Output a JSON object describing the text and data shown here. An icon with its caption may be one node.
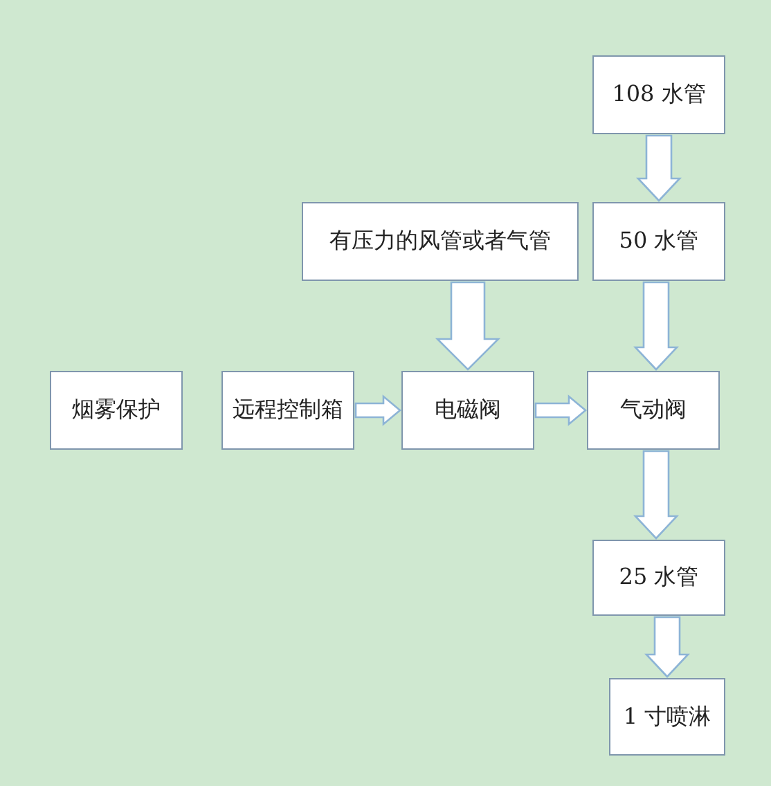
{
  "diagram": {
    "nodes": [
      {
        "text": [
          "108 水管"
        ]
      },
      {
        "text": [
          "有压力的风管或者气管"
        ]
      },
      {
        "text": [
          "50 水管"
        ]
      },
      {
        "text": [
          "烟雾保护"
        ]
      },
      {
        "text": [
          "远程控制箱"
        ]
      },
      {
        "text": [
          "电磁阀"
        ]
      },
      {
        "text": [
          "气动阀"
        ]
      },
      {
        "text": [
          "25 水管"
        ]
      },
      {
        "text": [
          "1 寸喷淋"
        ]
      }
    ],
    "edges": [
      {
        "from": 0,
        "to": 2,
        "arrow": "to"
      },
      {
        "from": 1,
        "to": 5,
        "arrow": "to"
      },
      {
        "from": 2,
        "to": 6,
        "arrow": "to"
      },
      {
        "from": 4,
        "to": 5,
        "arrow": "to"
      },
      {
        "from": 5,
        "to": 6,
        "arrow": "to"
      },
      {
        "from": 6,
        "to": 7,
        "arrow": "to"
      },
      {
        "from": 7,
        "to": 8,
        "arrow": "to"
      }
    ]
  }
}
